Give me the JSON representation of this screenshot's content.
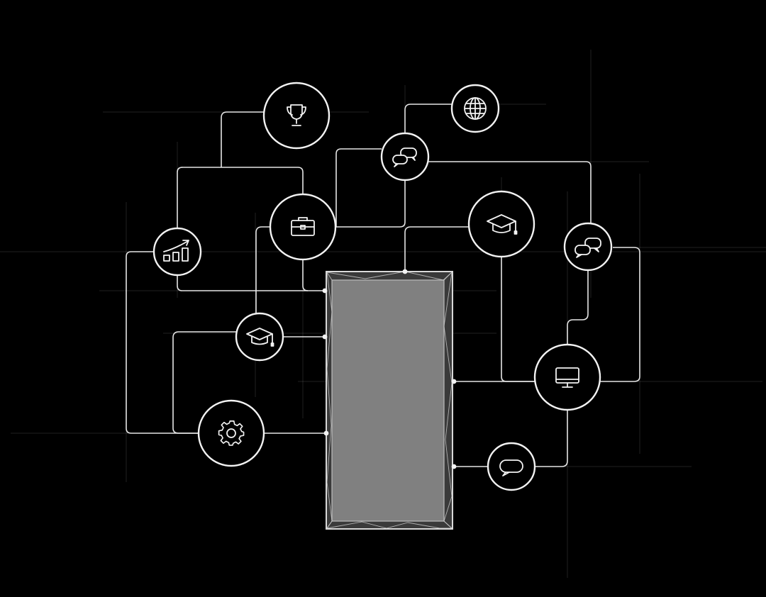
{
  "colors": {
    "background": "#000000",
    "line": "#e6e6e6",
    "screen_fill": "#808080",
    "screen_frame": "#d8d8d8"
  },
  "phone": {
    "name": "phone-screen",
    "icon": "phone-rectangle"
  },
  "nodes": [
    {
      "id": "trophy",
      "icon": "trophy-icon"
    },
    {
      "id": "globe",
      "icon": "globe-icon"
    },
    {
      "id": "chat-top",
      "icon": "chat-bubbles-icon"
    },
    {
      "id": "briefcase",
      "icon": "briefcase-icon"
    },
    {
      "id": "growth",
      "icon": "growth-chart-icon"
    },
    {
      "id": "grad-right",
      "icon": "graduation-cap-icon"
    },
    {
      "id": "chat-right",
      "icon": "chat-bubbles-icon"
    },
    {
      "id": "grad-left",
      "icon": "graduation-cap-icon"
    },
    {
      "id": "monitor",
      "icon": "monitor-icon"
    },
    {
      "id": "gear",
      "icon": "gear-icon"
    },
    {
      "id": "speech",
      "icon": "speech-bubble-icon"
    }
  ]
}
